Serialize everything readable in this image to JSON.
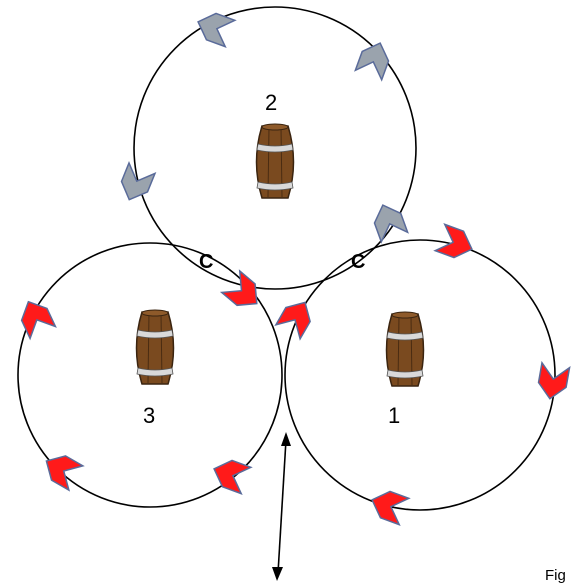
{
  "diagram": {
    "circles": [
      {
        "id": "2",
        "label": "2"
      },
      {
        "id": "3",
        "label": "3"
      },
      {
        "id": "1",
        "label": "1"
      }
    ],
    "contact_labels": [
      "C",
      "C"
    ],
    "caption": "Fig",
    "colors": {
      "outline": "#000000",
      "chevron_red": "#ff1a1a",
      "chevron_gray": "#9aa3ad",
      "chevron_stroke": "#5a6b9a",
      "barrel_wood": "#7a4a1f",
      "barrel_band": "#d9d9d9"
    },
    "icons": [
      "barrel-icon",
      "chevron-arrow-icon",
      "double-headed-arrow"
    ]
  }
}
